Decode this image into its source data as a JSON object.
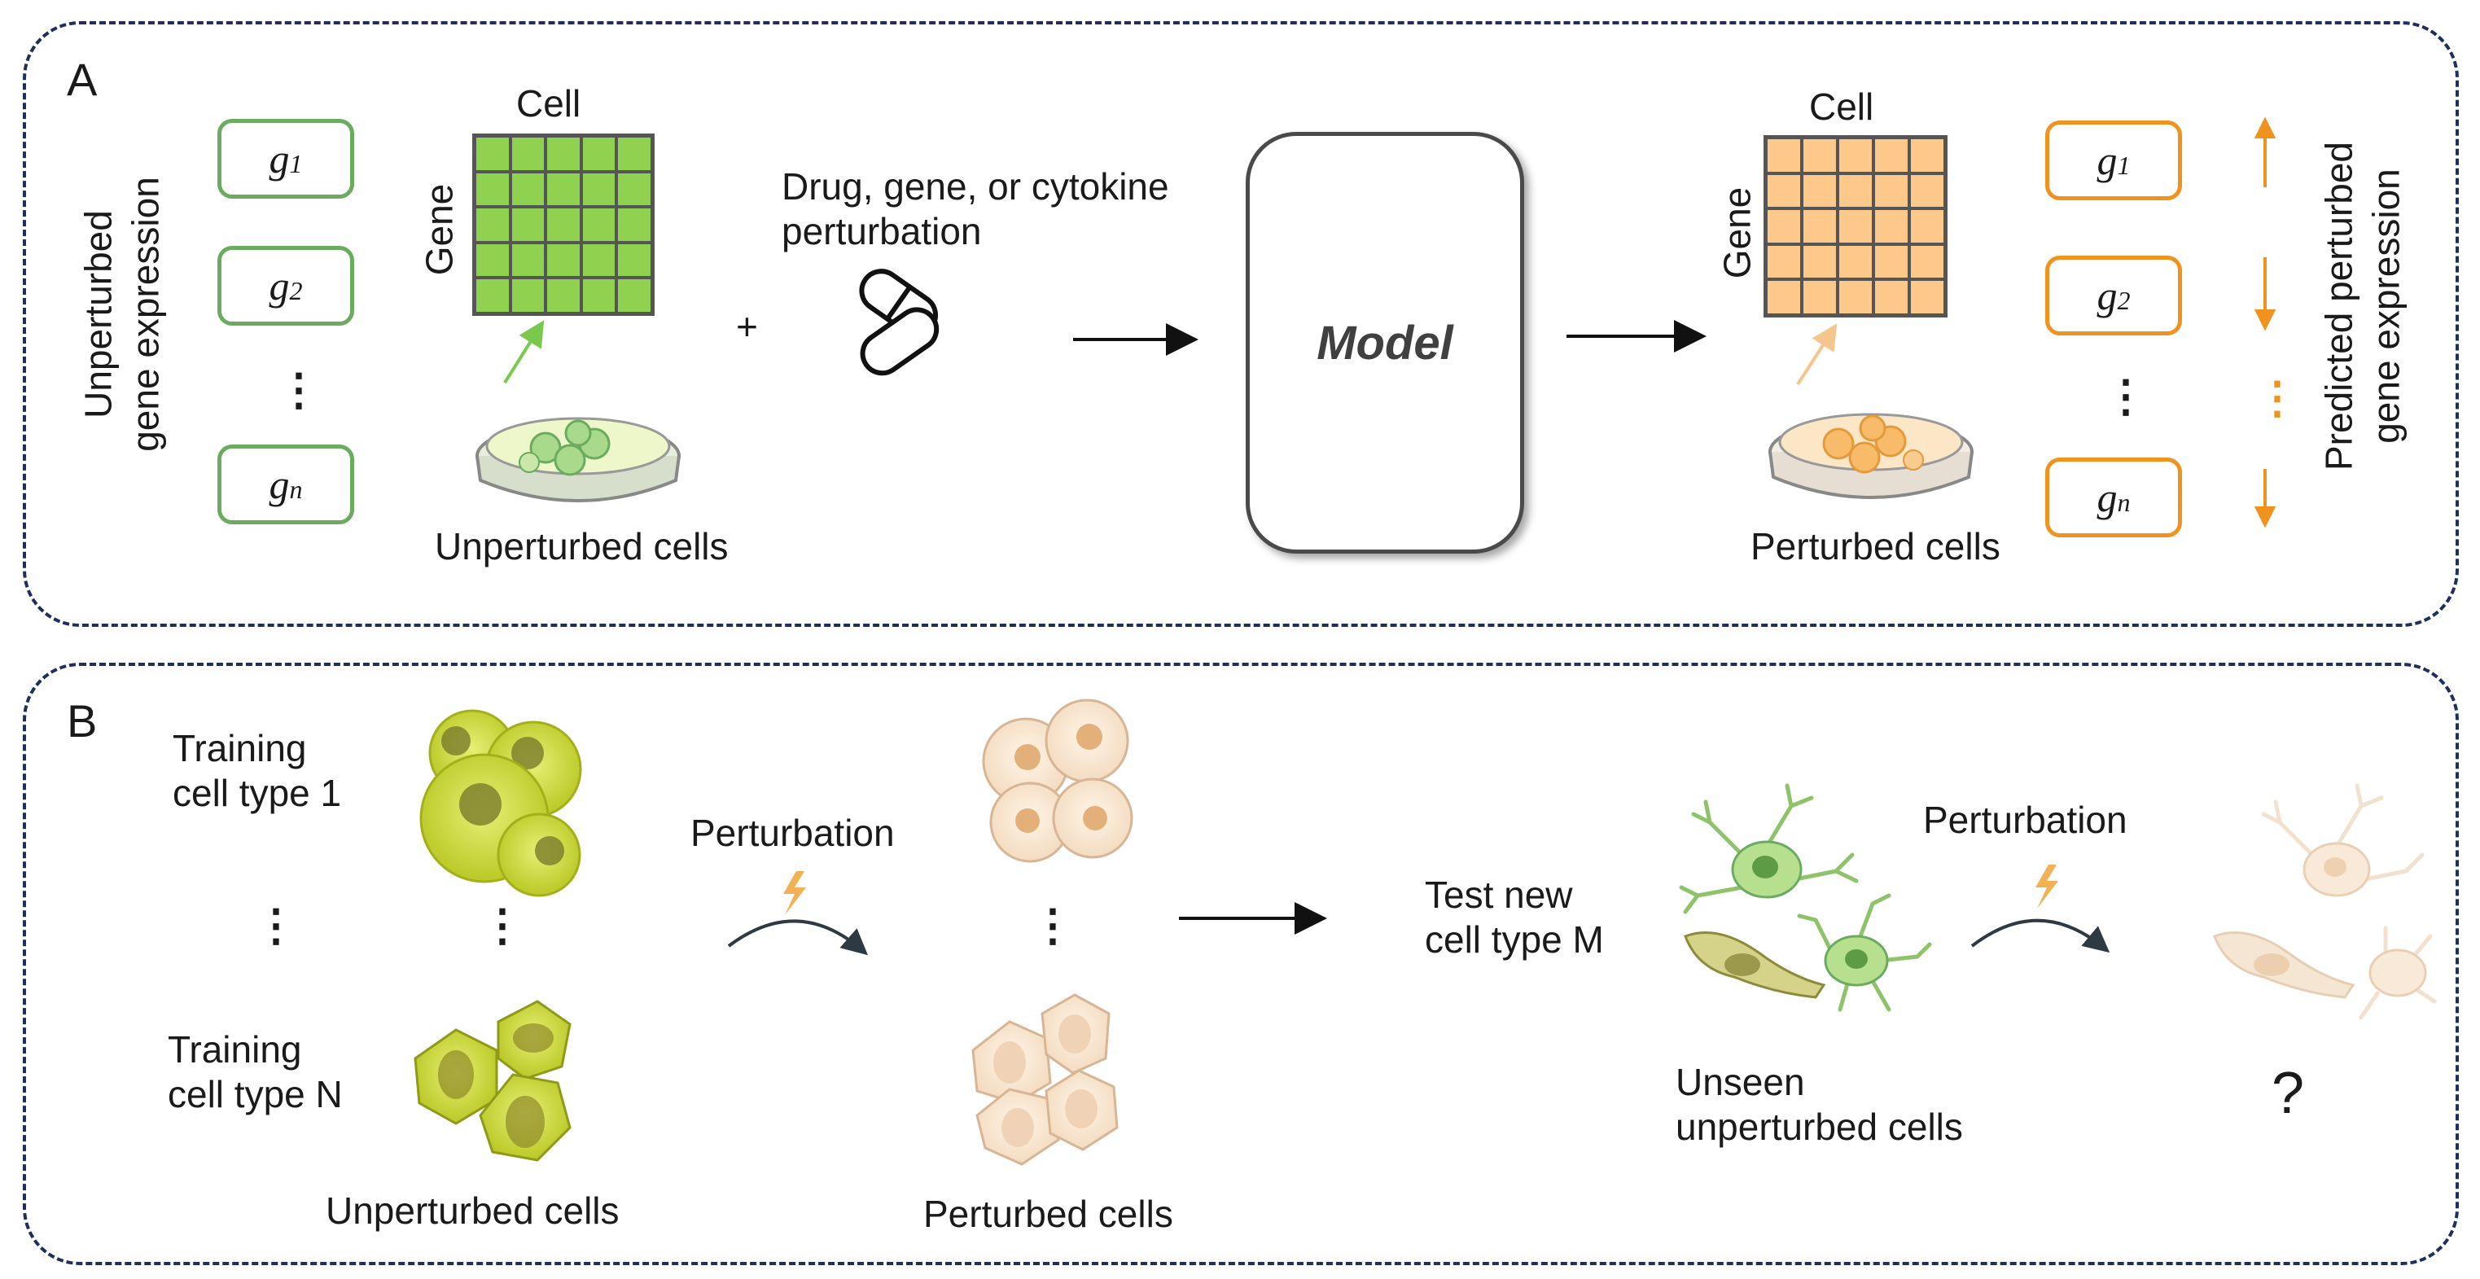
{
  "panel_a": {
    "label": "A",
    "unperturbed_axis_label": [
      "Unperturbed",
      "gene expression"
    ],
    "genes_left": [
      {
        "base": "g",
        "sub": "1"
      },
      {
        "base": "g",
        "sub": "2"
      },
      {
        "base": "g",
        "sub": "n"
      }
    ],
    "ellipsis": "⋮",
    "matrix_left": {
      "col_label": "Cell",
      "row_label": "Gene",
      "color": "#8fd24f"
    },
    "unperturbed_cells_label": "Unperturbed cells",
    "plus": "+",
    "perturbation_label": [
      "Drug, gene, or cytokine",
      "perturbation"
    ],
    "model_label": "Model",
    "matrix_right": {
      "col_label": "Cell",
      "row_label": "Gene",
      "color": "#fcc98a"
    },
    "perturbed_cells_label": "Perturbed cells",
    "genes_right": [
      {
        "base": "g",
        "sub": "1"
      },
      {
        "base": "g",
        "sub": "2"
      },
      {
        "base": "g",
        "sub": "n"
      }
    ],
    "predicted_axis_label": [
      "Predicted perturbed",
      "gene expression"
    ],
    "colors": {
      "green": "#6aab5f",
      "orange": "#f0921e",
      "border": "#1e2f5e"
    }
  },
  "panel_b": {
    "label": "B",
    "training_1": [
      "Training",
      "cell type 1"
    ],
    "training_n": [
      "Training",
      "cell type N"
    ],
    "ellipsis": "⋮",
    "unperturbed_cells_label": "Unperturbed cells",
    "perturbation_label_1": "Perturbation",
    "perturbed_cells_label": "Perturbed cells",
    "test_label": [
      "Test new",
      "cell type M"
    ],
    "perturbation_label_2": "Perturbation",
    "unseen_label": [
      "Unseen",
      "unperturbed cells"
    ],
    "question": "?",
    "icons": [
      "lightning-icon",
      "curved-arrow-icon",
      "right-arrow-icon",
      "petri-dish-icon",
      "pill-capsule-icon"
    ]
  }
}
